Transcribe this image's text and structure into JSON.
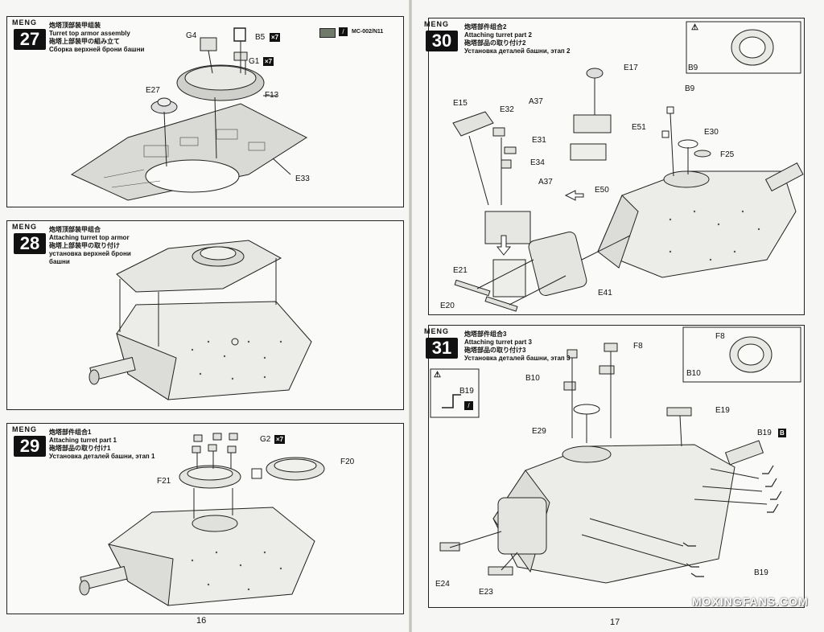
{
  "brand": "MENG",
  "left_page": {
    "page_number": "16",
    "paint_code": "MC-002/N11"
  },
  "right_page": {
    "page_number": "17"
  },
  "steps": [
    {
      "number": "27",
      "titles": [
        "炮塔顶部装甲组装",
        "Turret top armor assembly",
        "砲塔上部装甲の組み立て",
        "Сборка верхней брони башни"
      ],
      "labels": [
        "G4",
        "B5",
        "G1",
        "E27",
        "F13",
        "E33"
      ],
      "quantities": [
        "×7",
        "×7"
      ]
    },
    {
      "number": "28",
      "titles": [
        "炮塔顶部装甲组合",
        "Attaching turret top armor",
        "砲塔上部装甲の取り付け",
        "установка верхней брони",
        "башни"
      ],
      "labels": [],
      "quantities": []
    },
    {
      "number": "29",
      "titles": [
        "炮塔部件组合1",
        "Attaching turret part 1",
        "砲塔部品の取り付け1",
        "Установка деталей башни, этап 1"
      ],
      "labels": [
        "G2",
        "F20",
        "F21"
      ],
      "quantities": [
        "×7"
      ]
    },
    {
      "number": "30",
      "titles": [
        "炮塔部件组合2",
        "Attaching turret part 2",
        "砲塔部品の取り付け2",
        "Установка деталей башни, этап 2"
      ],
      "labels": [
        "E17",
        "A37",
        "B9",
        "E15",
        "E32",
        "E51",
        "E30",
        "E31",
        "F25",
        "E34",
        "A37",
        "E50",
        "E21",
        "E41",
        "E20",
        "B9"
      ],
      "quantities": []
    },
    {
      "number": "31",
      "titles": [
        "炮塔部件组合3",
        "Attaching turret part 3",
        "砲塔部品の取り付け3",
        "Установка деталей башни, этап 3"
      ],
      "labels": [
        "F8",
        "F8",
        "B10",
        "B10",
        "B19",
        "E19",
        "E29",
        "B19",
        "E24",
        "E23",
        "B19"
      ],
      "quantities": []
    }
  ],
  "watermark": "MOXINGFANS.COM"
}
